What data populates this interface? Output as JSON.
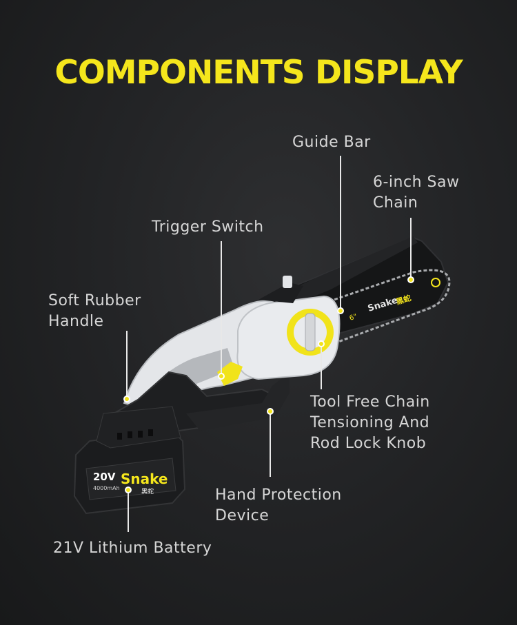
{
  "title": "COMPONENTS DISPLAY",
  "labels": {
    "guide_bar": "Guide Bar",
    "saw_chain": "6-inch Saw\nChain",
    "trigger_switch": "Trigger Switch",
    "soft_handle": "Soft Rubber\nHandle",
    "tool_free": "Tool Free Chain\nTensioning And\nRod Lock Knob",
    "hand_protection": "Hand Protection\nDevice",
    "battery": "21V Lithium Battery"
  },
  "product": {
    "brand": "Snake",
    "brand_cn": "黑蛇",
    "battery_voltage": "20V",
    "battery_capacity": "4000mAh",
    "bar_size": "6\""
  },
  "colors": {
    "accent": "#f5e61c",
    "body_white": "#e9ebee",
    "body_dark": "#1d1e20"
  }
}
